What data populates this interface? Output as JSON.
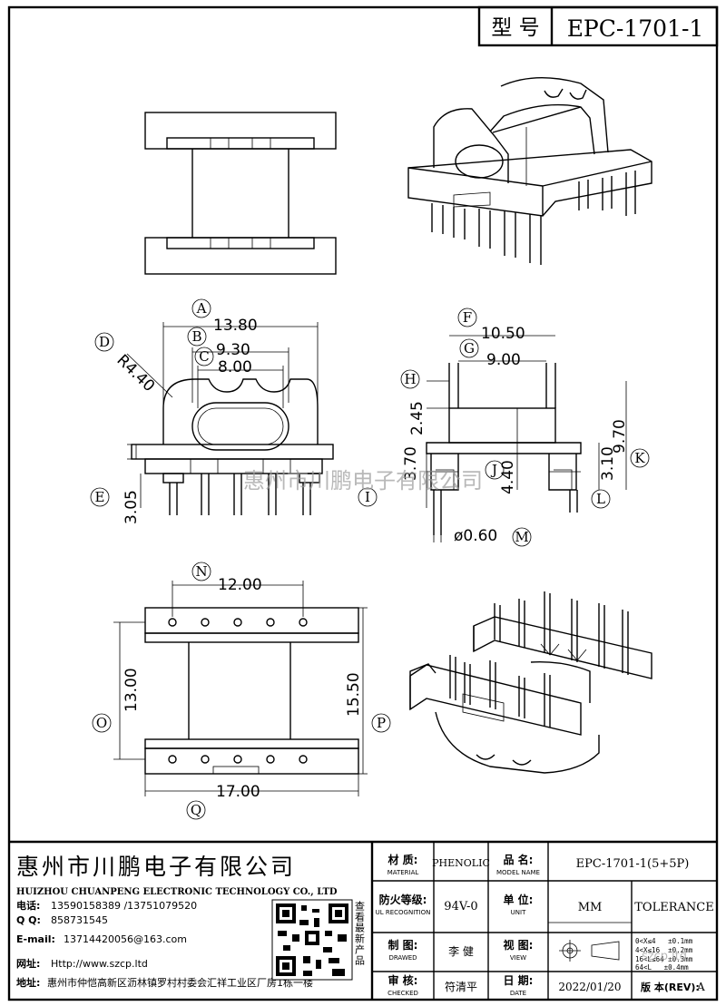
{
  "header": {
    "model_label": "型 号",
    "model_value": "EPC-1701-1"
  },
  "dimensions": {
    "A": "13.80",
    "B": "9.30",
    "C": "8.00",
    "D": "R4.40",
    "E": "3.05",
    "F": "10.50",
    "G": "9.00",
    "H": "2.45",
    "I": "3.70",
    "J": "4.40",
    "K": "9.70",
    "L": "3.10",
    "M": "ø0.60",
    "N": "12.00",
    "O": "13.00",
    "P": "15.50",
    "Q": "17.00"
  },
  "dimension_letters": [
    "A",
    "B",
    "C",
    "D",
    "E",
    "F",
    "G",
    "H",
    "I",
    "J",
    "K",
    "L",
    "M",
    "N",
    "O",
    "P",
    "Q"
  ],
  "watermark": "惠州市川鹏电子有限公司",
  "company": {
    "name_cn": "惠州市川鹏电子有限公司",
    "name_en": "HUIZHOU CHUANPENG ELECTRONIC TECHNOLOGY CO., LTD",
    "phone_label": "电话:",
    "phone": "13590158389 /13751079520",
    "qq_label": "Q Q:",
    "qq": "858731545",
    "email_label": "E-mail:",
    "email": "13714420056@163.com",
    "site_label": "网址:",
    "site": "Http://www.szcp.ltd",
    "address_label": "地址:",
    "address": "惠州市仲恺高新区沥林镇罗村村委会汇祥工业区厂房1栋一楼",
    "qr_caption": "查看最新产品"
  },
  "table": {
    "material_label": "材 质:",
    "material_sub": "MATERIAL",
    "material_value": "PHENOLIC",
    "part_label": "品 名:",
    "part_sub": "MODEL NAME",
    "part_value": "EPC-1701-1(5+5P)",
    "ul_label": "防火等级:",
    "ul_sub": "UL RECOGNITION",
    "ul_value": "94V-0",
    "unit_label": "单 位:",
    "unit_sub": "UNIT",
    "unit_value": "MM",
    "tolerance": "TOLERANCE",
    "drawn_label": "制 图:",
    "drawn_sub": "DRAWED",
    "drawn_value": "李 健",
    "view_label": "视 图:",
    "view_sub": "VIEW",
    "check_label": "审 核:",
    "check_sub": "CHECKED",
    "check_value": "符清平",
    "date_label": "日 期:",
    "date_sub": "DATE",
    "date_value": "2022/01/20",
    "rev_label": "版 本(REV):",
    "rev_value": "A",
    "tol_rows": [
      "0<X≤4   ±0.1mm",
      "4<X≤16  ±0.2mm",
      "16<L≤64 ±0.3mm",
      "64<L   ±0.4mm"
    ],
    "corner_watermark": "szcp.ltd"
  }
}
